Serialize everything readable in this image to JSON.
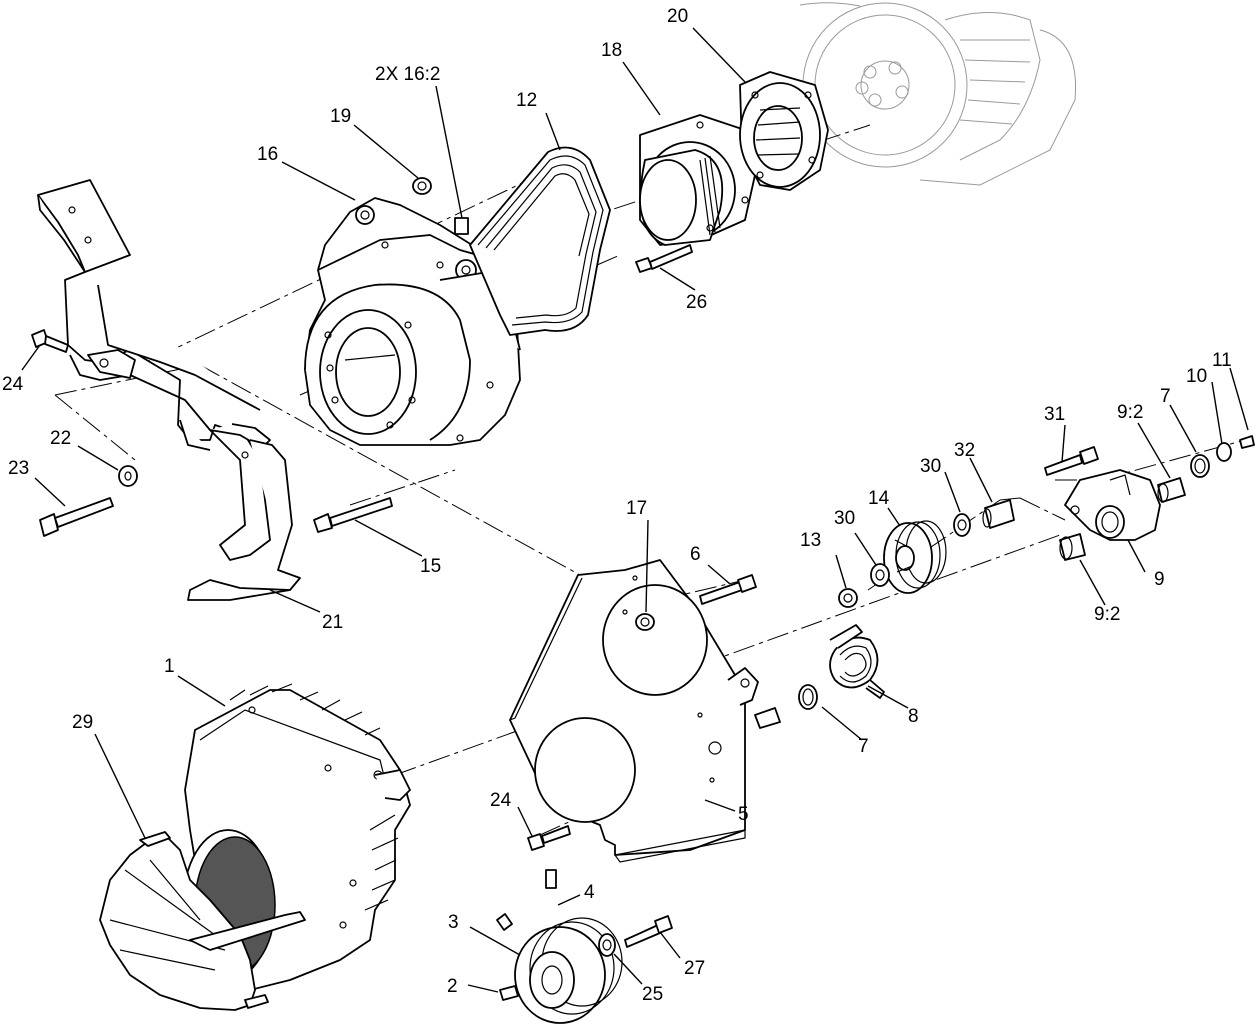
{
  "callouts": {
    "c1": "1",
    "c2": "2",
    "c3": "3",
    "c4": "4",
    "c5": "5",
    "c6": "6",
    "c7a": "7",
    "c7b": "7",
    "c8": "8",
    "c9": "9",
    "c9_2a": "9:2",
    "c9_2b": "9:2",
    "c10": "10",
    "c11": "11",
    "c12": "12",
    "c13": "13",
    "c14": "14",
    "c15": "15",
    "c16": "16",
    "c16_2x": "2X 16:2",
    "c17": "17",
    "c18": "18",
    "c19": "19",
    "c20": "20",
    "c21": "21",
    "c22": "22",
    "c23": "23",
    "c24a": "24",
    "c24b": "24",
    "c25": "25",
    "c26": "26",
    "c27": "27",
    "c29": "29",
    "c30a": "30",
    "c30b": "30",
    "c31": "31",
    "c32": "32"
  }
}
